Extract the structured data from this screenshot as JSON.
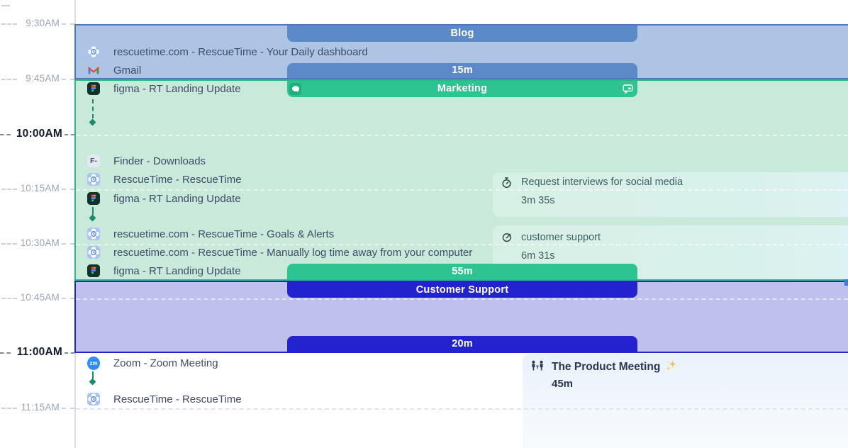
{
  "axis": {
    "ticks": [
      {
        "label": "9:30AM",
        "major": false
      },
      {
        "label": "9:45AM",
        "major": false
      },
      {
        "label": "10:00AM",
        "major": true
      },
      {
        "label": "10:15AM",
        "major": false
      },
      {
        "label": "10:30AM",
        "major": false
      },
      {
        "label": "10:45AM",
        "major": false
      },
      {
        "label": "11:00AM",
        "major": true
      },
      {
        "label": "11:15AM",
        "major": false
      }
    ]
  },
  "blocks": {
    "blog": {
      "title": "Blog",
      "duration": "15m",
      "bar_color": "#5c89c7",
      "fill": "#aec4e4",
      "border_color": "#4a7ab8"
    },
    "marketing": {
      "title": "Marketing",
      "duration": "55m",
      "bar_color": "#2ec492",
      "fill": "#c9e9db",
      "border_color": "#2db88a",
      "left_icon": "comment-icon",
      "right_icon": "annotation-icon"
    },
    "customer_support": {
      "title": "Customer Support",
      "duration": "20m",
      "bar_color": "#2323ce",
      "fill": "#bfc0ec",
      "border_color": "#2323ce"
    }
  },
  "entries": [
    {
      "icon": "rescuetime-icon",
      "label": "rescuetime.com - RescueTime - Your Daily dashboard"
    },
    {
      "icon": "gmail-icon",
      "label": "Gmail"
    },
    {
      "icon": "figma-icon",
      "label": "figma - RT Landing Update"
    },
    {
      "icon": "finder-icon",
      "label": "Finder - Downloads"
    },
    {
      "icon": "rescuetime-icon",
      "label": "RescueTime - RescueTime"
    },
    {
      "icon": "figma-icon",
      "label": "figma - RT Landing Update"
    },
    {
      "icon": "rescuetime-icon",
      "label": "rescuetime.com - RescueTime - Goals & Alerts"
    },
    {
      "icon": "rescuetime-icon",
      "label": "rescuetime.com - RescueTime - Manually log time away from your computer"
    },
    {
      "icon": "figma-icon",
      "label": "figma - RT Landing Update"
    },
    {
      "icon": "zoom-icon",
      "label": "Zoom - Zoom Meeting"
    },
    {
      "icon": "rescuetime-icon",
      "label": "RescueTime - RescueTime"
    }
  ],
  "tasks": [
    {
      "icon": "stopwatch-icon",
      "title": "Request interviews for social media",
      "duration": "3m 35s"
    },
    {
      "icon": "dart-icon",
      "title": "customer support",
      "duration": "6m 31s"
    }
  ],
  "meeting": {
    "icon": "meeting-icon",
    "title": "The Product Meeting",
    "sparkles_icon": "sparkles-icon",
    "duration": "45m"
  },
  "glyphs": {
    "finder": "F-",
    "zoom": "zm"
  }
}
